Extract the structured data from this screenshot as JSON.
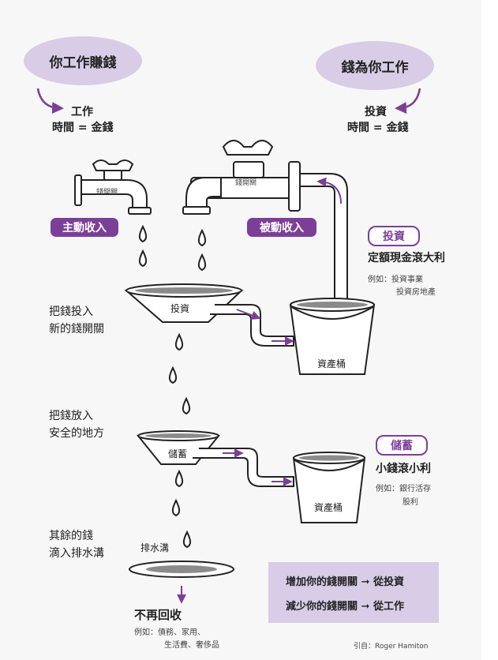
{
  "top": {
    "you_work": "你工作賺錢",
    "you_work_note_1": "工作",
    "you_work_note_2": "時間 = 金錢",
    "money_works": "錢為你工作",
    "money_works_note_1": "投資",
    "money_works_note_2": "時間 = 金錢"
  },
  "faucets": {
    "left_label": "錢開關",
    "right_label": "錢開關",
    "active_income": "主動收入",
    "passive_income": "被動收入"
  },
  "invest": {
    "bowl_label": "投資",
    "side_label_1": "把錢投入",
    "side_label_2": "新的錢開關",
    "bucket_label": "資產桶",
    "tag": "投資",
    "headline": "定額現金滾大利",
    "example_1": "例如：投資事業",
    "example_2": "投資房地產"
  },
  "savings": {
    "bowl_label": "儲蓄",
    "side_label_1": "把錢放入",
    "side_label_2": "安全的地方",
    "bucket_label": "資產桶",
    "tag": "儲蓄",
    "headline": "小錢滾小利",
    "example_1": "例如：銀行活存",
    "example_2": "股利"
  },
  "drain": {
    "side_label_1": "其餘的錢",
    "side_label_2": "滴入排水溝",
    "drain_label": "排水溝",
    "headline": "不再回收",
    "example_1": "例如：債務、家用、",
    "example_2": "生活費、奢侈品"
  },
  "summary": {
    "line_1": "增加你的錢開關 ➞ 從投資",
    "line_2": "減少你的錢開關 ➞ 從工作"
  },
  "source": "引自：Roger Hamiton",
  "colors": {
    "purple": "#7b3f98",
    "lavender": "#d9cce6",
    "background": "#f7f7f7"
  }
}
